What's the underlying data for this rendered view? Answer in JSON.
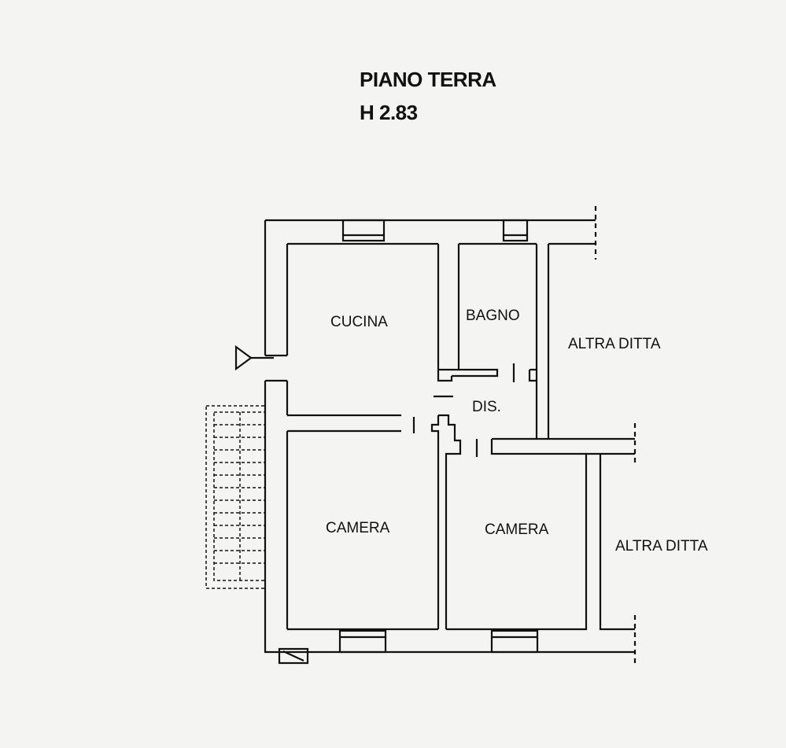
{
  "title": "PIANO TERRA",
  "height_label": "H 2.83",
  "rooms": {
    "cucina": "CUCINA",
    "bagno": "BAGNO",
    "dis": "DIS.",
    "camera_left": "CAMERA",
    "camera_right": "CAMERA",
    "altra_ditta_top": "ALTRA DITTA",
    "altra_ditta_bottom": "ALTRA DITTA"
  }
}
